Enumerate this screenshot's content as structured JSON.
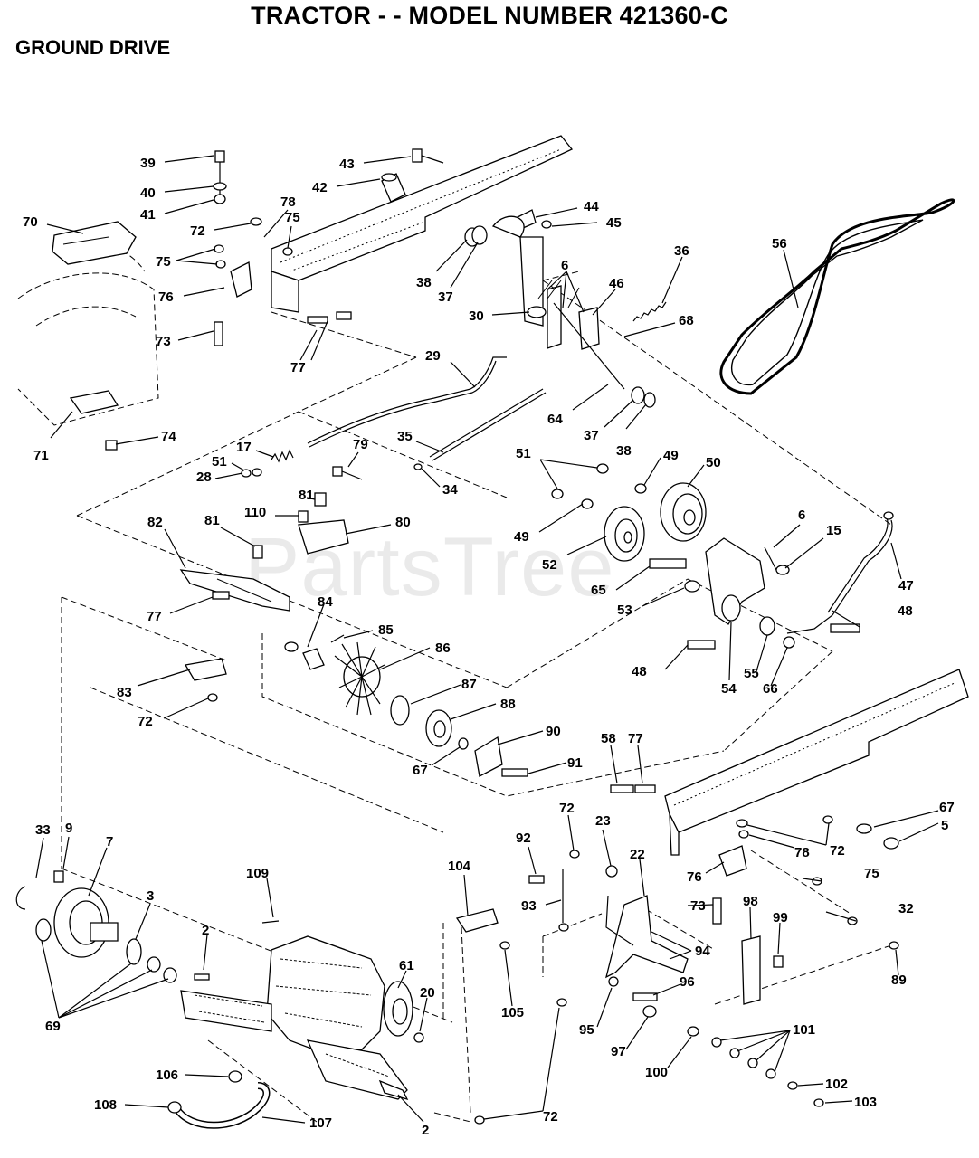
{
  "header": {
    "title": "TRACTOR - - MODEL NUMBER 421360-C",
    "section": "GROUND DRIVE"
  },
  "watermark": "PartsTree",
  "trademark": "™",
  "callouts": [
    {
      "id": "39",
      "label": "39"
    },
    {
      "id": "40",
      "label": "40"
    },
    {
      "id": "41",
      "label": "41"
    },
    {
      "id": "43",
      "label": "43"
    },
    {
      "id": "42",
      "label": "42"
    },
    {
      "id": "70",
      "label": "70"
    },
    {
      "id": "72a",
      "label": "72"
    },
    {
      "id": "78a",
      "label": "78"
    },
    {
      "id": "75a",
      "label": "75"
    },
    {
      "id": "75b",
      "label": "75"
    },
    {
      "id": "76a",
      "label": "76"
    },
    {
      "id": "73a",
      "label": "73"
    },
    {
      "id": "77a",
      "label": "77"
    },
    {
      "id": "44",
      "label": "44"
    },
    {
      "id": "45",
      "label": "45"
    },
    {
      "id": "38a",
      "label": "38"
    },
    {
      "id": "37a",
      "label": "37"
    },
    {
      "id": "6a",
      "label": "6"
    },
    {
      "id": "30",
      "label": "30"
    },
    {
      "id": "46",
      "label": "46"
    },
    {
      "id": "36",
      "label": "36"
    },
    {
      "id": "68",
      "label": "68"
    },
    {
      "id": "56",
      "label": "56"
    },
    {
      "id": "29",
      "label": "29"
    },
    {
      "id": "64",
      "label": "64"
    },
    {
      "id": "37b",
      "label": "37"
    },
    {
      "id": "38b",
      "label": "38"
    },
    {
      "id": "71",
      "label": "71"
    },
    {
      "id": "74",
      "label": "74"
    },
    {
      "id": "17",
      "label": "17"
    },
    {
      "id": "79",
      "label": "79"
    },
    {
      "id": "51a",
      "label": "51"
    },
    {
      "id": "28",
      "label": "28"
    },
    {
      "id": "35",
      "label": "35"
    },
    {
      "id": "34",
      "label": "34"
    },
    {
      "id": "51b",
      "label": "51"
    },
    {
      "id": "49a",
      "label": "49"
    },
    {
      "id": "50",
      "label": "50"
    },
    {
      "id": "81a",
      "label": "81"
    },
    {
      "id": "110",
      "label": "110"
    },
    {
      "id": "80",
      "label": "80"
    },
    {
      "id": "82",
      "label": "82"
    },
    {
      "id": "81b",
      "label": "81"
    },
    {
      "id": "49b",
      "label": "49"
    },
    {
      "id": "6b",
      "label": "6"
    },
    {
      "id": "15",
      "label": "15"
    },
    {
      "id": "47",
      "label": "47"
    },
    {
      "id": "52",
      "label": "52"
    },
    {
      "id": "65",
      "label": "65"
    },
    {
      "id": "53",
      "label": "53"
    },
    {
      "id": "48a",
      "label": "48"
    },
    {
      "id": "77b",
      "label": "77"
    },
    {
      "id": "84",
      "label": "84"
    },
    {
      "id": "85",
      "label": "85"
    },
    {
      "id": "86",
      "label": "86"
    },
    {
      "id": "48b",
      "label": "48"
    },
    {
      "id": "55",
      "label": "55"
    },
    {
      "id": "54",
      "label": "54"
    },
    {
      "id": "66",
      "label": "66"
    },
    {
      "id": "83",
      "label": "83"
    },
    {
      "id": "72b",
      "label": "72"
    },
    {
      "id": "87",
      "label": "87"
    },
    {
      "id": "88",
      "label": "88"
    },
    {
      "id": "90",
      "label": "90"
    },
    {
      "id": "67a",
      "label": "67"
    },
    {
      "id": "91",
      "label": "91"
    },
    {
      "id": "58",
      "label": "58"
    },
    {
      "id": "77c",
      "label": "77"
    },
    {
      "id": "67b",
      "label": "67"
    },
    {
      "id": "5",
      "label": "5"
    },
    {
      "id": "72c",
      "label": "72"
    },
    {
      "id": "78b",
      "label": "78"
    },
    {
      "id": "33",
      "label": "33"
    },
    {
      "id": "9",
      "label": "9"
    },
    {
      "id": "7",
      "label": "7"
    },
    {
      "id": "109",
      "label": "109"
    },
    {
      "id": "92",
      "label": "92"
    },
    {
      "id": "72d",
      "label": "72"
    },
    {
      "id": "23",
      "label": "23"
    },
    {
      "id": "104",
      "label": "104"
    },
    {
      "id": "22",
      "label": "22"
    },
    {
      "id": "76b",
      "label": "76"
    },
    {
      "id": "75c",
      "label": "75"
    },
    {
      "id": "3",
      "label": "3"
    },
    {
      "id": "93",
      "label": "93"
    },
    {
      "id": "73b",
      "label": "73"
    },
    {
      "id": "98",
      "label": "98"
    },
    {
      "id": "32",
      "label": "32"
    },
    {
      "id": "2a",
      "label": "2"
    },
    {
      "id": "99",
      "label": "99"
    },
    {
      "id": "94",
      "label": "94"
    },
    {
      "id": "89",
      "label": "89"
    },
    {
      "id": "61",
      "label": "61"
    },
    {
      "id": "20",
      "label": "20"
    },
    {
      "id": "96",
      "label": "96"
    },
    {
      "id": "69",
      "label": "69"
    },
    {
      "id": "105",
      "label": "105"
    },
    {
      "id": "95",
      "label": "95"
    },
    {
      "id": "101",
      "label": "101"
    },
    {
      "id": "97",
      "label": "97"
    },
    {
      "id": "100",
      "label": "100"
    },
    {
      "id": "106",
      "label": "106"
    },
    {
      "id": "102",
      "label": "102"
    },
    {
      "id": "108",
      "label": "108"
    },
    {
      "id": "107",
      "label": "107"
    },
    {
      "id": "103",
      "label": "103"
    },
    {
      "id": "2b",
      "label": "2"
    },
    {
      "id": "72e",
      "label": "72"
    }
  ]
}
